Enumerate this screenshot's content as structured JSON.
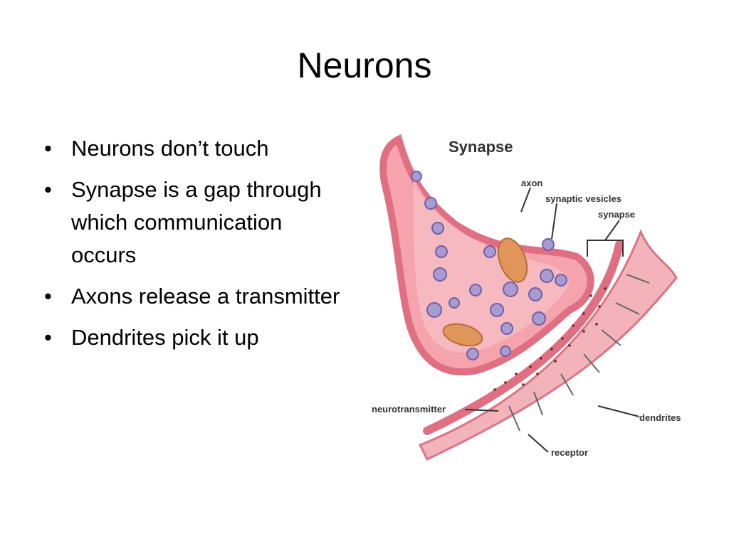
{
  "slide": {
    "title": "Neurons",
    "bullets": [
      {
        "text": "Neurons don’t touch"
      },
      {
        "text": "Synapse is a gap through which communication occurs"
      },
      {
        "text": "Axons release a transmitter"
      },
      {
        "text": "Dendrites pick it up"
      }
    ]
  },
  "diagram": {
    "title": "Synapse",
    "labels": {
      "axon": "axon",
      "synaptic_vesicles": "synaptic vesicles",
      "synapse": "synapse",
      "neurotransmitter": "neurotransmitter",
      "dendrites": "dendrites",
      "receptor": "receptor"
    },
    "colors": {
      "membrane": "#e87a8a",
      "cytoplasm": "#f5a3ad",
      "inner": "#f8c2c8",
      "vesicle": "#a99bd0",
      "mitochondria": "#e0955a",
      "dendrite": "#f3b3bb"
    }
  }
}
